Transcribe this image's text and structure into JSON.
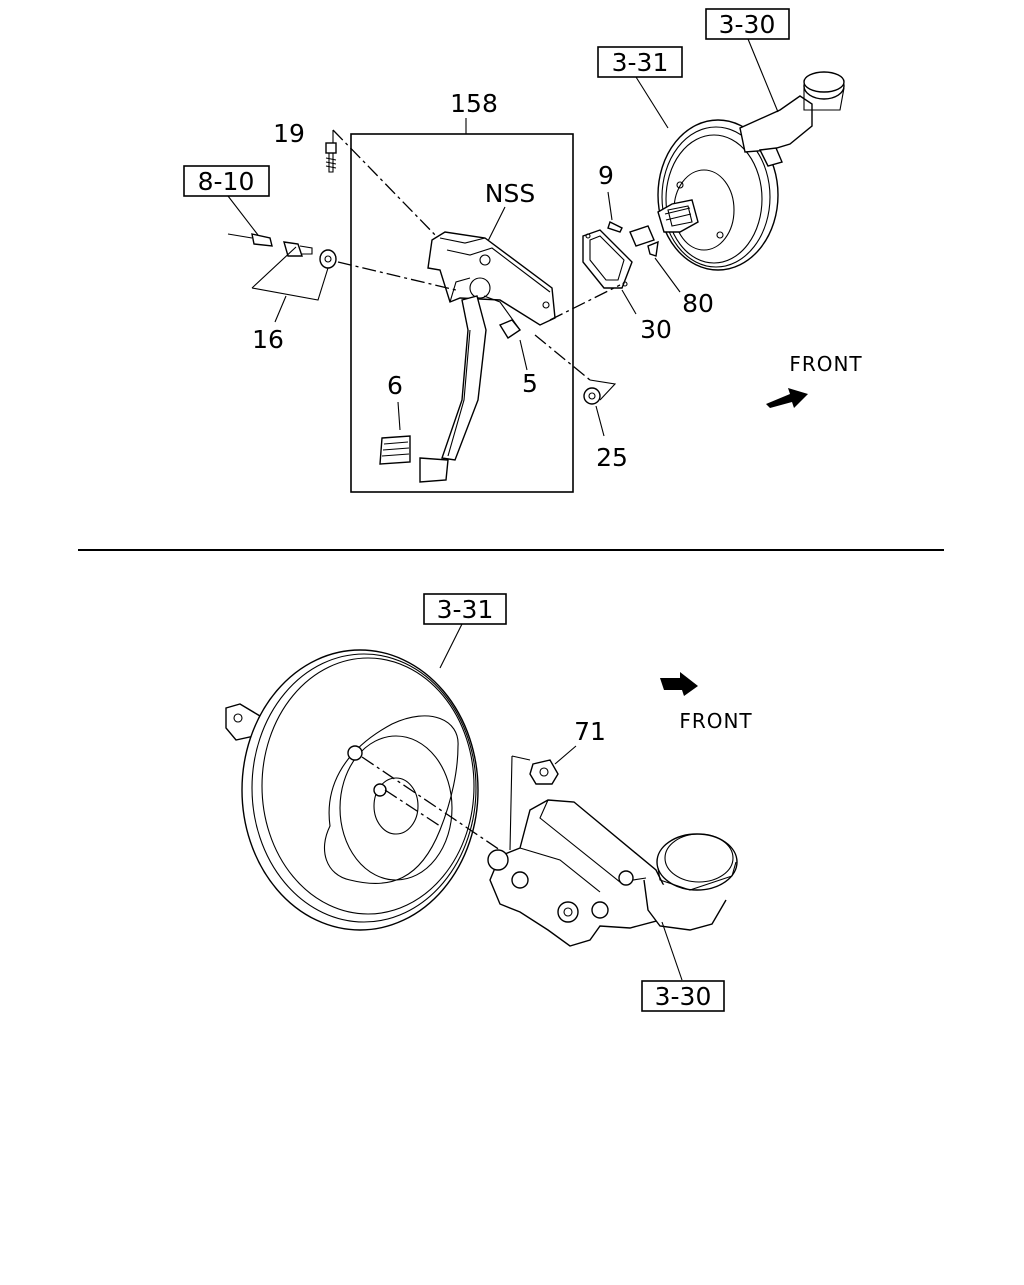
{
  "upper_diagram": {
    "callouts": {
      "p158": "158",
      "p19": "19",
      "nss": "NSS",
      "p9": "9",
      "p80": "80",
      "p30": "30",
      "p16": "16",
      "p5": "5",
      "p6": "6",
      "p25": "25"
    },
    "refs": {
      "r3_30": "3-30",
      "r3_31": "3-31",
      "r8_10": "8-10"
    },
    "front_label": "FRONT"
  },
  "lower_diagram": {
    "callouts": {
      "p71": "71"
    },
    "refs": {
      "r3_31": "3-31",
      "r3_30": "3-30"
    },
    "front_label": "FRONT"
  }
}
